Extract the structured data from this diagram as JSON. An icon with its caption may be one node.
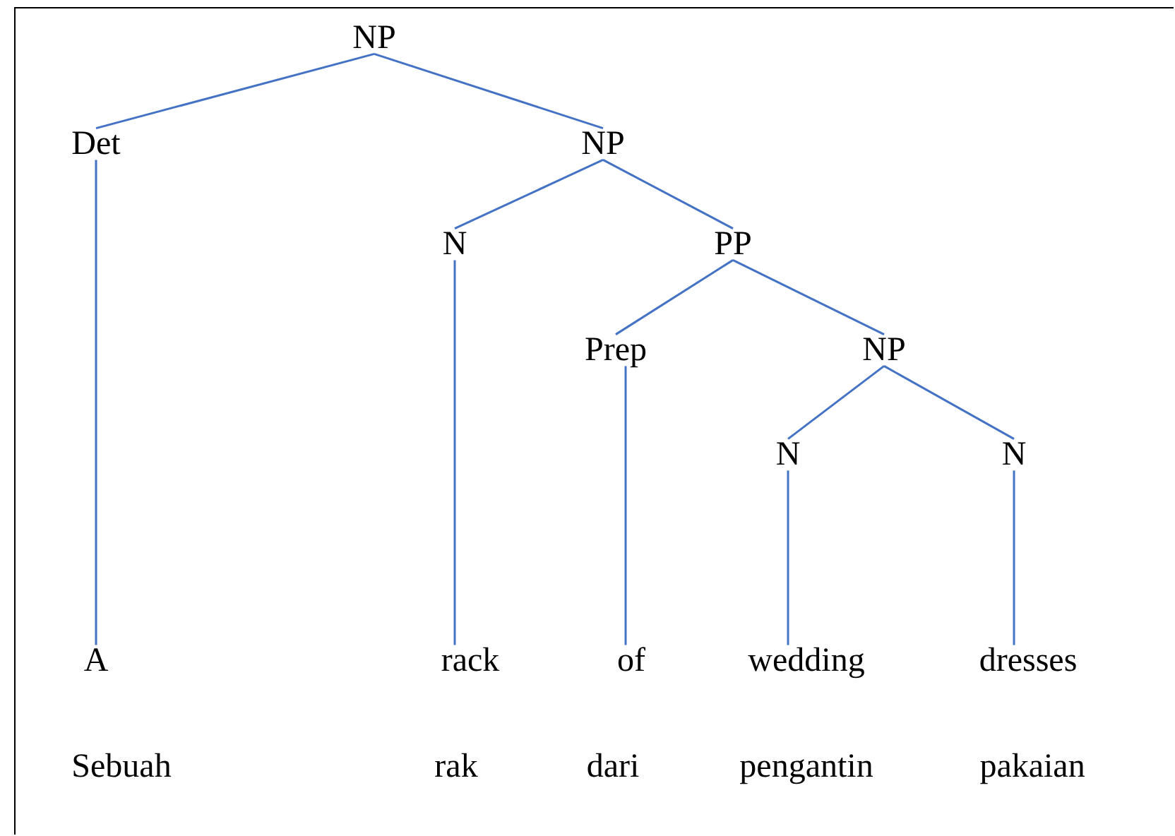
{
  "diagram": {
    "nodes": [
      {
        "text": [
          "NP"
        ]
      },
      {
        "text": [
          "Det"
        ]
      },
      {
        "text": [
          "NP"
        ]
      },
      {
        "text": [
          "N"
        ]
      },
      {
        "text": [
          "PP"
        ]
      },
      {
        "text": [
          "Prep"
        ]
      },
      {
        "text": [
          "NP"
        ]
      },
      {
        "text": [
          "N"
        ]
      },
      {
        "text": [
          "N"
        ]
      },
      {
        "text": [
          "A"
        ]
      },
      {
        "text": [
          "rack"
        ]
      },
      {
        "text": [
          "of"
        ]
      },
      {
        "text": [
          "wedding"
        ]
      },
      {
        "text": [
          "dresses"
        ]
      }
    ],
    "edges": [
      {
        "from": 0,
        "to": 1,
        "arrow": "none"
      },
      {
        "from": 0,
        "to": 2,
        "arrow": "none"
      },
      {
        "from": 2,
        "to": 3,
        "arrow": "none"
      },
      {
        "from": 2,
        "to": 4,
        "arrow": "none"
      },
      {
        "from": 4,
        "to": 5,
        "arrow": "none"
      },
      {
        "from": 4,
        "to": 6,
        "arrow": "none"
      },
      {
        "from": 6,
        "to": 7,
        "arrow": "none"
      },
      {
        "from": 6,
        "to": 8,
        "arrow": "none"
      },
      {
        "from": 1,
        "to": 9,
        "arrow": "none"
      },
      {
        "from": 3,
        "to": 10,
        "arrow": "none"
      },
      {
        "from": 5,
        "to": 11,
        "arrow": "none"
      },
      {
        "from": 7,
        "to": 12,
        "arrow": "none"
      },
      {
        "from": 8,
        "to": 13,
        "arrow": "none"
      }
    ],
    "labels": [
      "Sebuah",
      "rak",
      "dari",
      "pengantin",
      "pakaian"
    ]
  }
}
